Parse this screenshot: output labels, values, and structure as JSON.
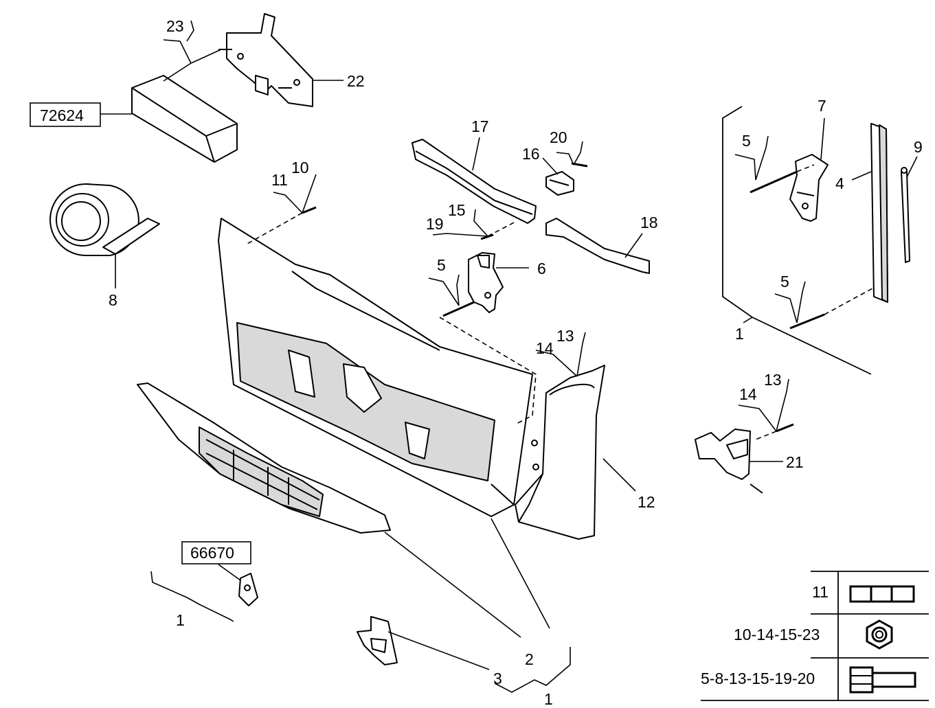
{
  "callouts": {
    "c1a": "1",
    "c1b": "1",
    "c1c": "1",
    "c2": "2",
    "c3": "3",
    "c4": "4",
    "c5a": "5",
    "c5b": "5",
    "c5c": "5",
    "c6": "6",
    "c7": "7",
    "c8": "8",
    "c9": "9",
    "c10": "10",
    "c11": "11",
    "c12": "12",
    "c13a": "13",
    "c13b": "13",
    "c14a": "14",
    "c14b": "14",
    "c15": "15",
    "c16": "16",
    "c17": "17",
    "c18": "18",
    "c19": "19",
    "c20": "20",
    "c21": "21",
    "c22": "22",
    "c23": "23"
  },
  "refs": {
    "r1": "72624",
    "r2": "66670"
  },
  "legend": {
    "rows": [
      {
        "label": "11",
        "icon": "spacer-sleeve-icon"
      },
      {
        "label": "10-14-15-23",
        "icon": "hex-nut-icon"
      },
      {
        "label": "5-8-13-15-19-20",
        "icon": "hex-bolt-icon"
      }
    ]
  }
}
